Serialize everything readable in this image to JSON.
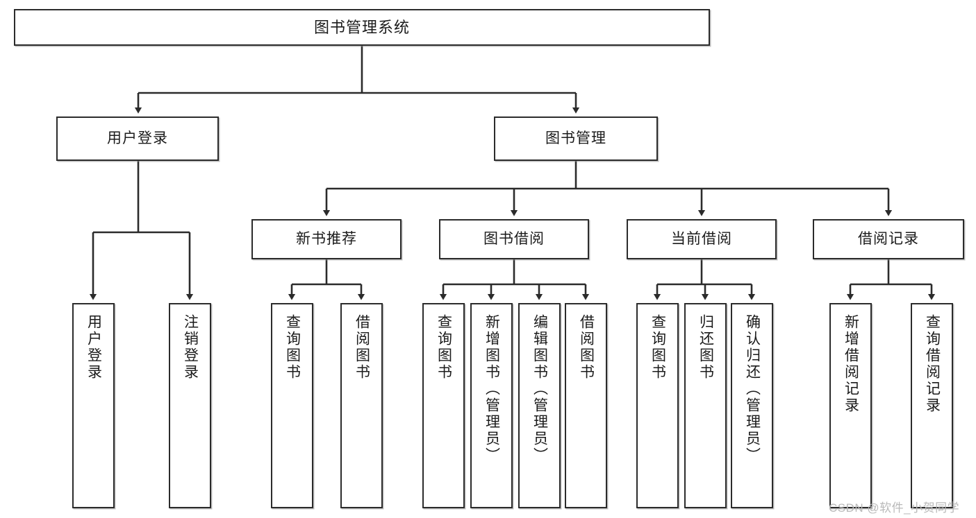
{
  "diagram": {
    "title": "图书管理系统",
    "type": "tree",
    "root": {
      "id": "root",
      "label": "图书管理系统"
    },
    "level2": [
      {
        "id": "user-login",
        "label": "用户登录"
      },
      {
        "id": "book-manage",
        "label": "图书管理"
      }
    ],
    "level3": [
      {
        "id": "new-book-rec",
        "label": "新书推荐"
      },
      {
        "id": "book-borrow",
        "label": "图书借阅"
      },
      {
        "id": "current-borrow",
        "label": "当前借阅"
      },
      {
        "id": "borrow-record",
        "label": "借阅记录"
      }
    ],
    "leaves": [
      {
        "id": "leaf-user-login",
        "label": "用户登录",
        "parent": "user-login"
      },
      {
        "id": "leaf-user-logout",
        "label": "注销登录",
        "parent": "user-login"
      },
      {
        "id": "leaf-query-book-1",
        "label": "查询图书",
        "parent": "new-book-rec"
      },
      {
        "id": "leaf-borrow-book-1",
        "label": "借阅图书",
        "parent": "new-book-rec"
      },
      {
        "id": "leaf-query-book-2",
        "label": "查询图书",
        "parent": "book-borrow"
      },
      {
        "id": "leaf-add-book",
        "label": "新增图书（管理员）",
        "parent": "book-borrow"
      },
      {
        "id": "leaf-edit-book",
        "label": "编辑图书（管理员）",
        "parent": "book-borrow"
      },
      {
        "id": "leaf-borrow-book-2",
        "label": "借阅图书",
        "parent": "book-borrow"
      },
      {
        "id": "leaf-query-book-3",
        "label": "查询图书",
        "parent": "current-borrow"
      },
      {
        "id": "leaf-return-book",
        "label": "归还图书",
        "parent": "current-borrow"
      },
      {
        "id": "leaf-confirm-return",
        "label": "确认归还（管理员）",
        "parent": "current-borrow"
      },
      {
        "id": "leaf-add-record",
        "label": "新增借阅记录",
        "parent": "borrow-record"
      },
      {
        "id": "leaf-query-record",
        "label": "查询借阅记录",
        "parent": "borrow-record"
      }
    ],
    "colors": {
      "stroke": "#2b2b2b",
      "fill": "#ffffff",
      "text": "#1b1b1b",
      "watermark": "#b9b9b9"
    }
  },
  "watermark": {
    "text": "CSDN @软件_小贺同学"
  }
}
